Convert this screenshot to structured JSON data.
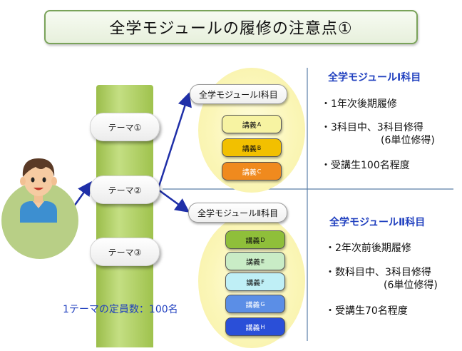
{
  "title": "全学モジュールの履修の注意点①",
  "themes": [
    {
      "label": "テーマ①"
    },
    {
      "label": "テーマ②"
    },
    {
      "label": "テーマ③"
    }
  ],
  "capacity_note": "1テーマの定員数：100名",
  "modules": [
    {
      "label": "全学モジュールⅠ科目",
      "lectures": [
        {
          "name": "講義",
          "sub": "A",
          "color": "#f7f3a2"
        },
        {
          "name": "講義",
          "sub": "B",
          "color": "#f2c000"
        },
        {
          "name": "講義",
          "sub": "C",
          "color": "#f08a1e"
        }
      ],
      "heading": "全学モジュールⅠ科目",
      "items": [
        "・1年次後期履修",
        "・3科目中、3科目修得",
        "(6単位修得)",
        "・受講生100名程度"
      ]
    },
    {
      "label": "全学モジュールⅡ科目",
      "lectures": [
        {
          "name": "講義",
          "sub": "D",
          "color": "#8fbf3a"
        },
        {
          "name": "講義",
          "sub": "E",
          "color": "#c9ecc6"
        },
        {
          "name": "講義",
          "sub": "F",
          "color": "#bfeff6"
        },
        {
          "name": "講義",
          "sub": "G",
          "color": "#5b8ee6"
        },
        {
          "name": "講義",
          "sub": "H",
          "color": "#2a4fd8"
        }
      ],
      "heading": "全学モジュールⅡ科目",
      "items": [
        "・2年次前後期履修",
        "・数科目中、3科目修得",
        "(6単位修得)",
        "・受講生70名程度"
      ]
    }
  ],
  "colors": {
    "arrow": "#1f2fa8",
    "divider": "#5b7fa8",
    "accent_text": "#1f3fbf"
  }
}
